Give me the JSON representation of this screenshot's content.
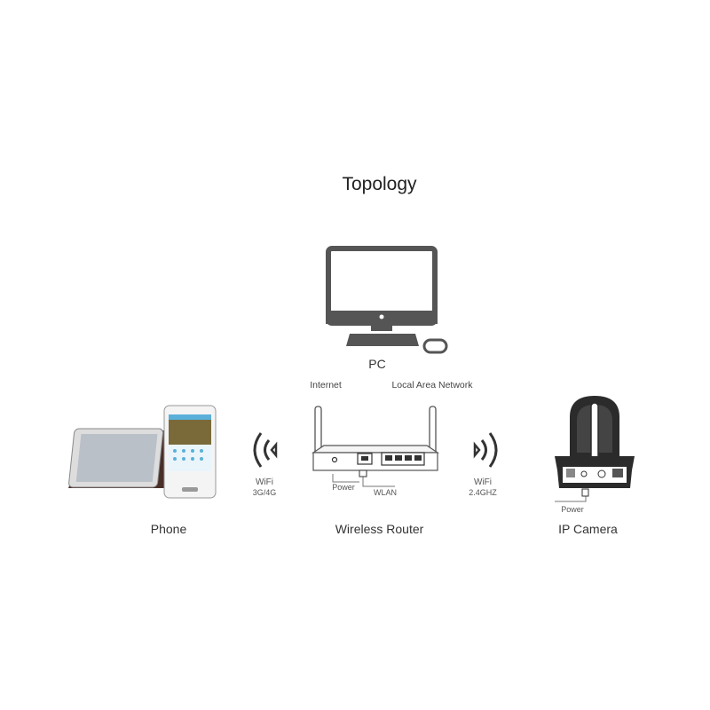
{
  "title": "Topology",
  "pc": {
    "label": "PC"
  },
  "router": {
    "label": "Wireless Router",
    "internet_label": "Internet",
    "lan_label": "Local Area Network",
    "power_label": "Power",
    "wlan_label": "WLAN"
  },
  "phone": {
    "label": "Phone",
    "link_label": "WiFi",
    "link_sub": "3G/4G"
  },
  "camera": {
    "label": "IP Camera",
    "link_label": "WiFi",
    "link_sub": "2.4GHZ",
    "power_label": "Power"
  },
  "colors": {
    "device": "#555555",
    "camera": "#2b2b2b",
    "tablet_case": "#4a2e28",
    "screen": "#5ab0d8"
  }
}
